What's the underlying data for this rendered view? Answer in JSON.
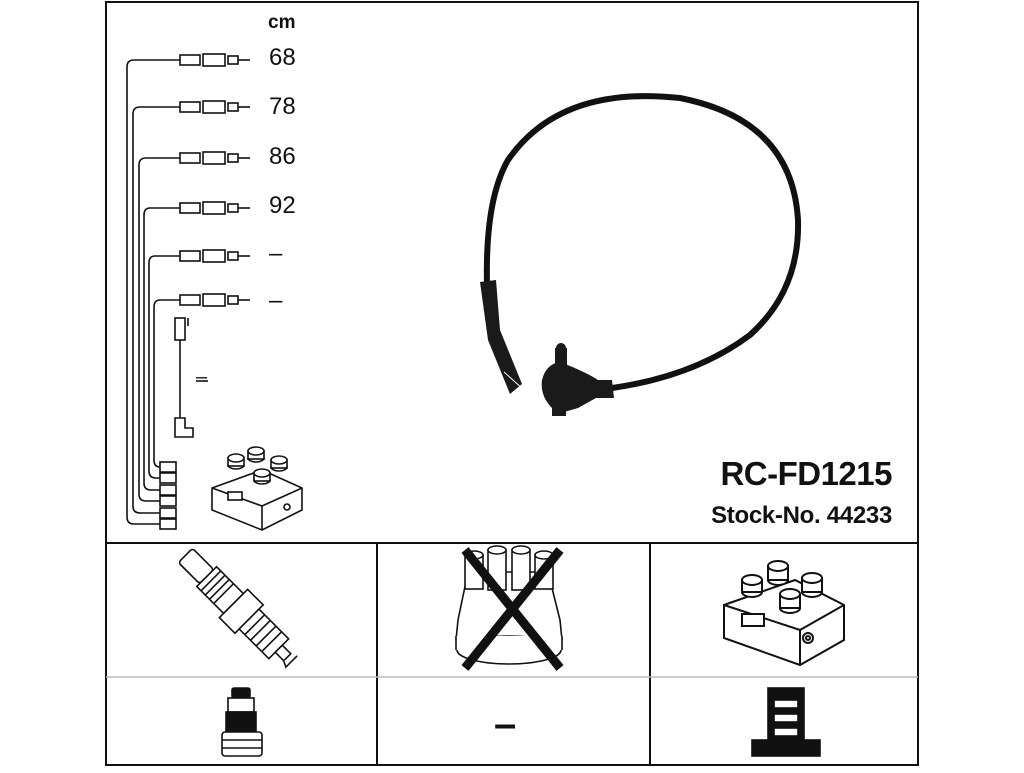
{
  "header": {
    "unit": "cm",
    "product_code": "RC-FD1215",
    "stock_number": "Stock-No. 44233"
  },
  "cables": [
    {
      "length": "68"
    },
    {
      "length": "78"
    },
    {
      "length": "86"
    },
    {
      "length": "92"
    },
    {
      "length": "–"
    },
    {
      "length": "–"
    }
  ],
  "coil_lead_length": "–",
  "bottom_cells": [
    {
      "top": "spark-plug-icon",
      "bottom": "straight-boot-icon"
    },
    {
      "top": "distributor-cap-crossed-icon",
      "bottom": "–"
    },
    {
      "top": "ignition-coil-icon",
      "bottom": "coil-tower-boot-icon"
    }
  ],
  "colors": {
    "line": "#111111",
    "background": "#ffffff",
    "grid": "#bbbbbb"
  }
}
